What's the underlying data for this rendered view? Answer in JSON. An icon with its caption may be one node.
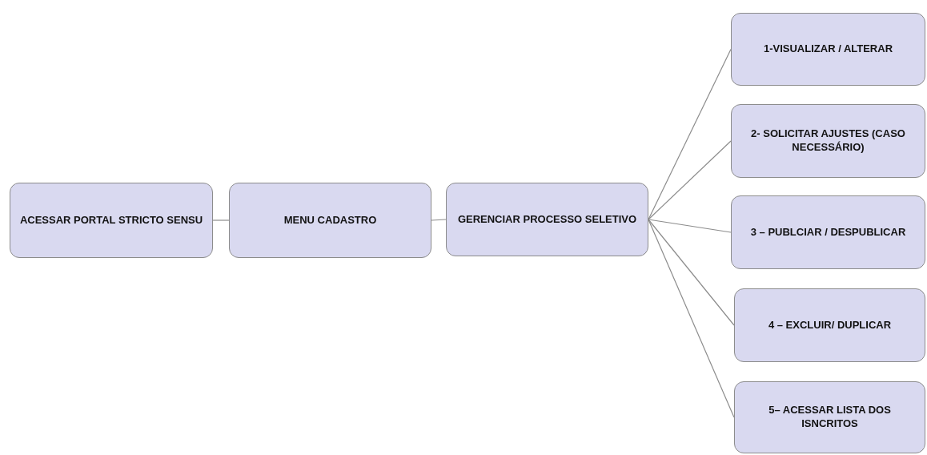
{
  "diagram": {
    "nodes": [
      {
        "text": [
          "ACESSAR PORTAL STRICTO SENSU"
        ]
      },
      {
        "text": [
          "MENU CADASTRO"
        ]
      },
      {
        "text": [
          "GERENCIAR PROCESSO SELETIVO"
        ]
      },
      {
        "text": [
          "1-VISUALIZAR / ALTERAR"
        ]
      },
      {
        "text": [
          "2- SOLICITAR AJUSTES (CASO NECESSÁRIO)"
        ]
      },
      {
        "text": [
          "3 – PUBLCIAR / DESPUBLICAR"
        ]
      },
      {
        "text": [
          "4 – EXCLUIR/ DUPLICAR"
        ]
      },
      {
        "text": [
          "5– ACESSAR LISTA DOS ISNCRITOS"
        ]
      }
    ],
    "edges": [
      {
        "from": 0,
        "to": 1,
        "arrow": "none"
      },
      {
        "from": 1,
        "to": 2,
        "arrow": "none"
      },
      {
        "from": 2,
        "to": 3,
        "arrow": "none"
      },
      {
        "from": 2,
        "to": 4,
        "arrow": "none"
      },
      {
        "from": 2,
        "to": 5,
        "arrow": "none"
      },
      {
        "from": 2,
        "to": 6,
        "arrow": "none"
      },
      {
        "from": 2,
        "to": 7,
        "arrow": "none"
      }
    ]
  }
}
